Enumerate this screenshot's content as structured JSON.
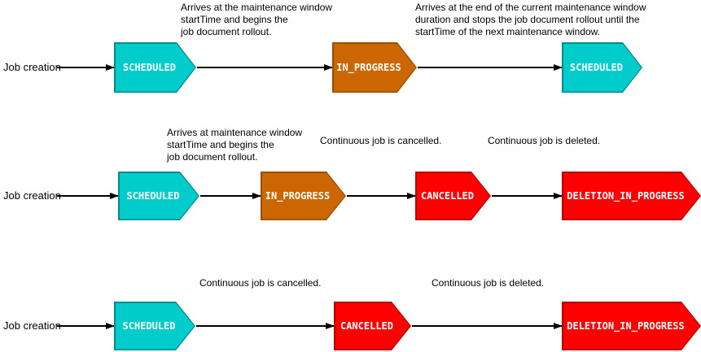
{
  "diagram": {
    "colors": {
      "scheduled_fill": "#00CCCC",
      "scheduled_stroke": "#008A8A",
      "in_progress_fill": "#CC6600",
      "in_progress_stroke": "#994D00",
      "cancelled_fill": "#FF0000",
      "cancelled_stroke": "#B20000",
      "arrow": "#000000",
      "state_text": "#FFFFFF"
    },
    "rows": [
      {
        "source_label": "Job creation",
        "annotations": [
          "Arrives at the maintenance window\nstartTime and begins the\njob document rollout.",
          "Arrives at the end of the current maintenance window\nduration and stops the job document rollout until the\nstartTime of the next maintenance window."
        ],
        "states": [
          {
            "label": "SCHEDULED"
          },
          {
            "label": "IN_PROGRESS"
          },
          {
            "label": "SCHEDULED"
          }
        ]
      },
      {
        "source_label": "Job creation",
        "annotations": [
          "Arrives at maintenance window\nstartTime and begins the\njob document rollout.",
          "Continuous job is cancelled.",
          "Continuous job is deleted."
        ],
        "states": [
          {
            "label": "SCHEDULED"
          },
          {
            "label": "IN_PROGRESS"
          },
          {
            "label": "CANCELLED"
          },
          {
            "label": "DELETION_IN_PROGRESS"
          }
        ]
      },
      {
        "source_label": "Job creation",
        "annotations": [
          "Continuous job is cancelled.",
          "Continuous job is deleted."
        ],
        "states": [
          {
            "label": "SCHEDULED"
          },
          {
            "label": "CANCELLED"
          },
          {
            "label": "DELETION_IN_PROGRESS"
          }
        ]
      }
    ]
  }
}
